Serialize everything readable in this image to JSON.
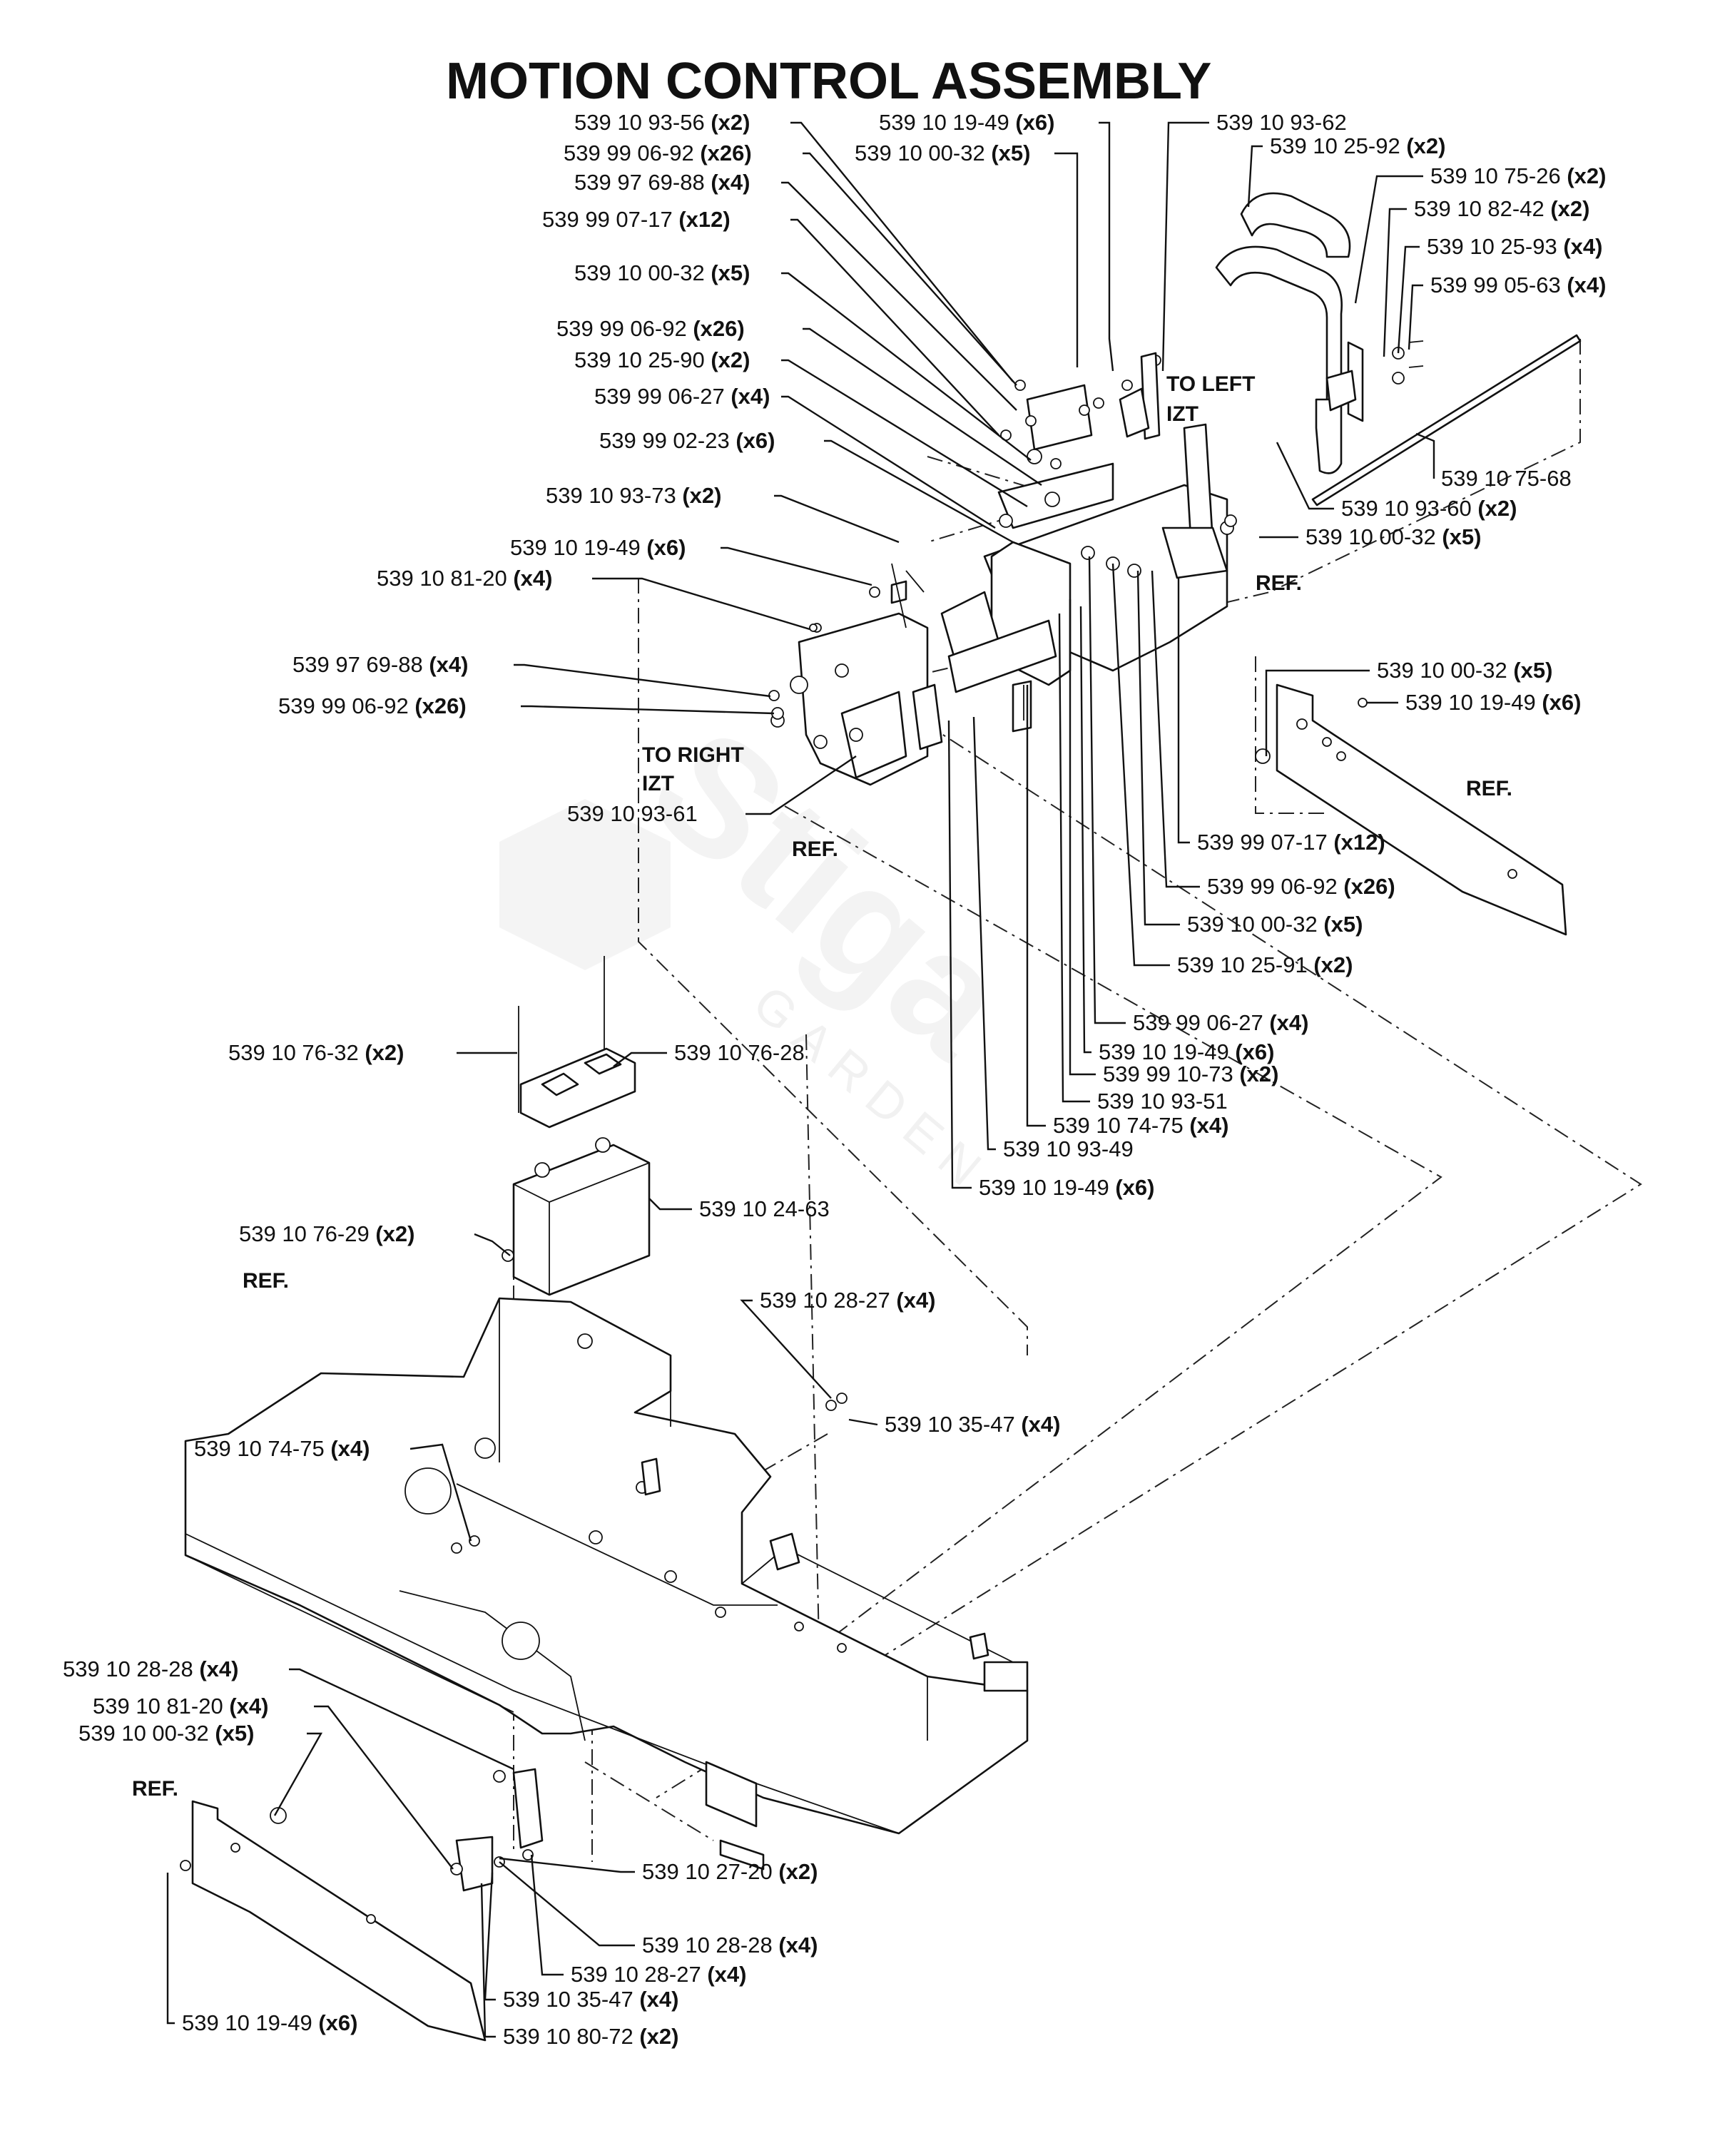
{
  "title": "MOTION CONTROL ASSEMBLY",
  "watermark": {
    "brand": "Stiga",
    "sub": "GARDEN"
  },
  "tags": {
    "to_left_izt_1": "TO LEFT",
    "to_left_izt_2": "IZT",
    "to_right_izt_1": "TO RIGHT",
    "to_right_izt_2": "IZT",
    "ref": "REF."
  },
  "labels": [
    {
      "id": "l01",
      "part": "539 10 93-56",
      "qty": "(x2)"
    },
    {
      "id": "l02",
      "part": "539 99 06-92",
      "qty": "(x26)"
    },
    {
      "id": "l03",
      "part": "539 97 69-88",
      "qty": "(x4)"
    },
    {
      "id": "l04",
      "part": "539 99 07-17",
      "qty": "(x12)"
    },
    {
      "id": "l05",
      "part": "539 10 00-32",
      "qty": "(x5)"
    },
    {
      "id": "l06",
      "part": "539 99 06-92",
      "qty": "(x26)"
    },
    {
      "id": "l07",
      "part": "539 10 25-90",
      "qty": "(x2)"
    },
    {
      "id": "l08",
      "part": "539 99 06-27",
      "qty": "(x4)"
    },
    {
      "id": "l09",
      "part": "539 99 02-23",
      "qty": "(x6)"
    },
    {
      "id": "l10",
      "part": "539 10 93-73",
      "qty": "(x2)"
    },
    {
      "id": "l11",
      "part": "539 10 19-49",
      "qty": "(x6)"
    },
    {
      "id": "l12",
      "part": "539 10 81-20",
      "qty": "(x4)"
    },
    {
      "id": "l13",
      "part": "539 97 69-88",
      "qty": "(x4)"
    },
    {
      "id": "l14",
      "part": "539 99 06-92",
      "qty": "(x26)"
    },
    {
      "id": "l15",
      "part": "539 10 93-61",
      "qty": ""
    },
    {
      "id": "l16",
      "part": "539 10 19-49",
      "qty": "(x6)"
    },
    {
      "id": "l17",
      "part": "539 10 00-32",
      "qty": "(x5)"
    },
    {
      "id": "l18",
      "part": "539 10 93-62",
      "qty": ""
    },
    {
      "id": "l19",
      "part": "539 10 25-92",
      "qty": "(x2)"
    },
    {
      "id": "l20",
      "part": "539 10 75-26",
      "qty": "(x2)"
    },
    {
      "id": "l21",
      "part": "539 10 82-42",
      "qty": "(x2)"
    },
    {
      "id": "l22",
      "part": "539 10 25-93",
      "qty": "(x4)"
    },
    {
      "id": "l23",
      "part": "539 99 05-63",
      "qty": "(x4)"
    },
    {
      "id": "l24",
      "part": "539 10 75-68",
      "qty": ""
    },
    {
      "id": "l25",
      "part": "539 10 93-60",
      "qty": "(x2)"
    },
    {
      "id": "l26",
      "part": "539 10 00-32",
      "qty": "(x5)"
    },
    {
      "id": "l27",
      "part": "539 10 00-32",
      "qty": "(x5)"
    },
    {
      "id": "l28",
      "part": "539 10 19-49",
      "qty": "(x6)"
    },
    {
      "id": "l29",
      "part": "539 99 07-17",
      "qty": "(x12)"
    },
    {
      "id": "l30",
      "part": "539 99 06-92",
      "qty": "(x26)"
    },
    {
      "id": "l31",
      "part": "539 10 00-32",
      "qty": "(x5)"
    },
    {
      "id": "l32",
      "part": "539 10 25-91",
      "qty": "(x2)"
    },
    {
      "id": "l33",
      "part": "539 99 06-27",
      "qty": "(x4)"
    },
    {
      "id": "l34",
      "part": "539 10 19-49",
      "qty": "(x6)"
    },
    {
      "id": "l35",
      "part": "539 99 10-73",
      "qty": "(x2)"
    },
    {
      "id": "l36",
      "part": "539 10 93-51",
      "qty": ""
    },
    {
      "id": "l37",
      "part": "539 10 74-75",
      "qty": "(x4)"
    },
    {
      "id": "l38",
      "part": "539 10 93-49",
      "qty": ""
    },
    {
      "id": "l39",
      "part": "539 10 19-49",
      "qty": "(x6)"
    },
    {
      "id": "l40",
      "part": "539 10 76-32",
      "qty": "(x2)"
    },
    {
      "id": "l41",
      "part": "539 10 76-28",
      "qty": ""
    },
    {
      "id": "l42",
      "part": "539 10 24-63",
      "qty": ""
    },
    {
      "id": "l43",
      "part": "539 10 76-29",
      "qty": "(x2)"
    },
    {
      "id": "l44",
      "part": "539 10 28-27",
      "qty": "(x4)"
    },
    {
      "id": "l45",
      "part": "539 10 35-47",
      "qty": "(x4)"
    },
    {
      "id": "l46",
      "part": "539 10 74-75",
      "qty": "(x4)"
    },
    {
      "id": "l47",
      "part": "539 10 28-28",
      "qty": "(x4)"
    },
    {
      "id": "l48",
      "part": "539 10 81-20",
      "qty": "(x4)"
    },
    {
      "id": "l49",
      "part": "539 10 00-32",
      "qty": "(x5)"
    },
    {
      "id": "l50",
      "part": "539 10 27-20",
      "qty": "(x2)"
    },
    {
      "id": "l51",
      "part": "539 10 28-28",
      "qty": "(x4)"
    },
    {
      "id": "l52",
      "part": "539 10 28-27",
      "qty": "(x4)"
    },
    {
      "id": "l53",
      "part": "539 10 19-49",
      "qty": "(x6)"
    },
    {
      "id": "l54",
      "part": "539 10 35-47",
      "qty": "(x4)"
    },
    {
      "id": "l55",
      "part": "539 10 80-72",
      "qty": "(x2)"
    }
  ]
}
